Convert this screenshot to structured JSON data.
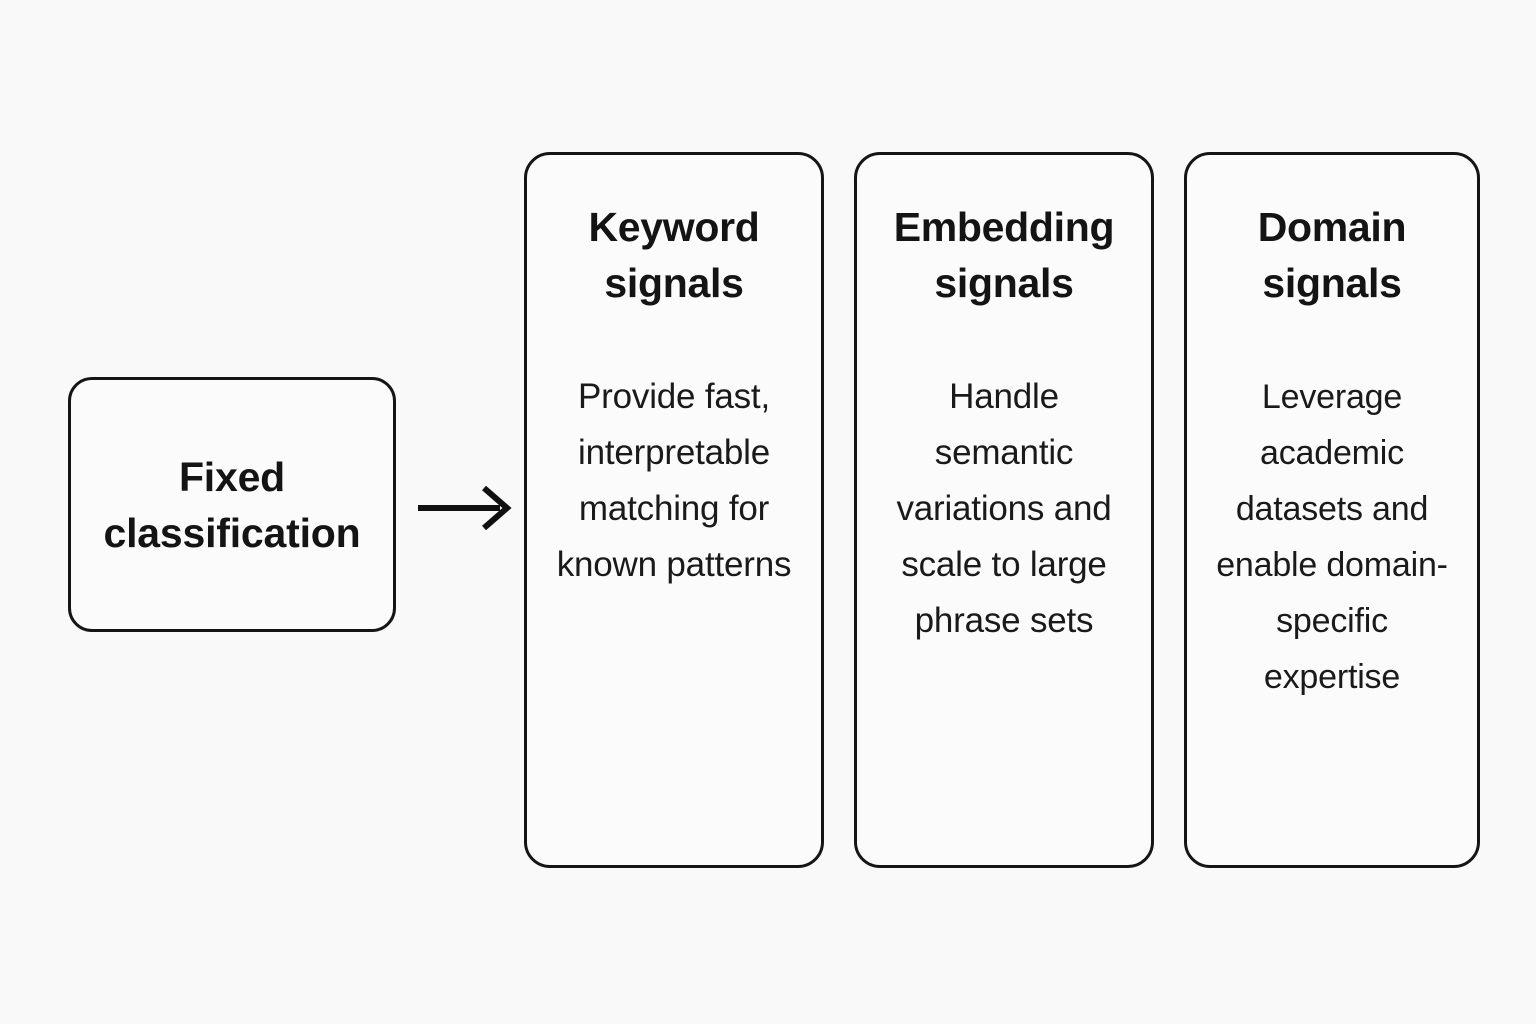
{
  "diagram": {
    "background_color": "#f9f9f9",
    "stroke_color": "#151515",
    "text_color": "#141414",
    "source": {
      "label": "Fixed\nclassification"
    },
    "connector": {
      "icon": "arrow-right-icon",
      "label": "arrow from Fixed classification to signal cards"
    },
    "cards": [
      {
        "id": "keyword-signals",
        "title": "Keyword\nsignals",
        "body": "Provide fast, interpretable matching for known patterns"
      },
      {
        "id": "embedding-signals",
        "title": "Embedding\nsignals",
        "body": "Handle semantic variations and scale to large phrase sets"
      },
      {
        "id": "domain-signals",
        "title": "Domain\nsignals",
        "body": "Leverage academic datasets and enable domain-specific expertise"
      }
    ]
  }
}
